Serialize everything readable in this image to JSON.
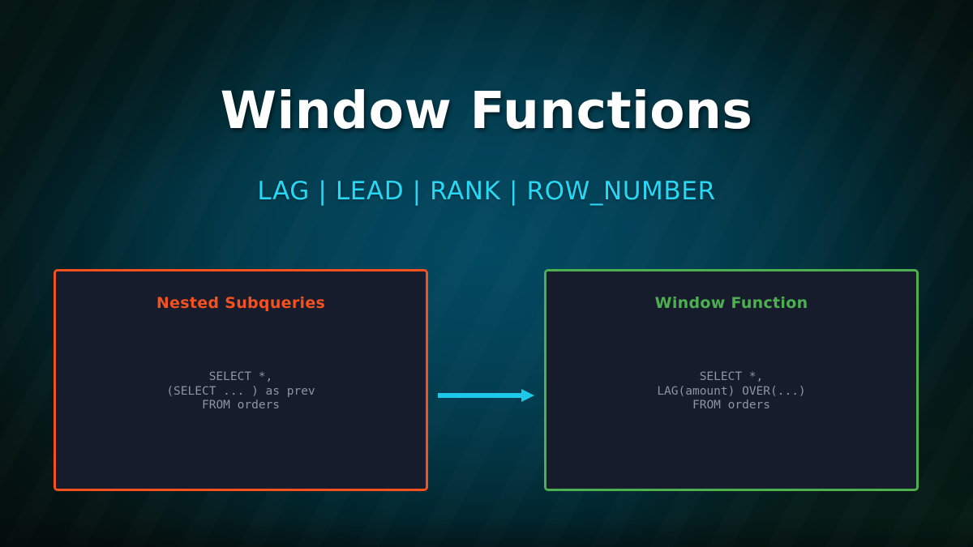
{
  "slide": {
    "title": "Window Functions",
    "subtitle": "LAG  |  LEAD  |  RANK  |  ROW_NUMBER",
    "background_center_color": "#034257",
    "background_edge_color": "#04100e",
    "title_color": "#ffffff",
    "subtitle_color": "#27d8f5"
  },
  "panels": [
    {
      "id": "nested-subqueries",
      "title": "Nested Subqueries",
      "accent_color": "#f4511e",
      "fill_color": "#171c2d",
      "code": "SELECT *,\n(SELECT ... ) as prev\nFROM orders",
      "code_color": "#8e94a4"
    },
    {
      "id": "window-function",
      "title": "Window Function",
      "accent_color": "#4caf50",
      "fill_color": "#171c2d",
      "code": "SELECT *,\nLAG(amount) OVER(...)\nFROM orders",
      "code_color": "#8e94a4"
    }
  ],
  "arrow": {
    "icon": "arrow-right-icon",
    "color": "#1ec8ea",
    "direction": "right"
  }
}
